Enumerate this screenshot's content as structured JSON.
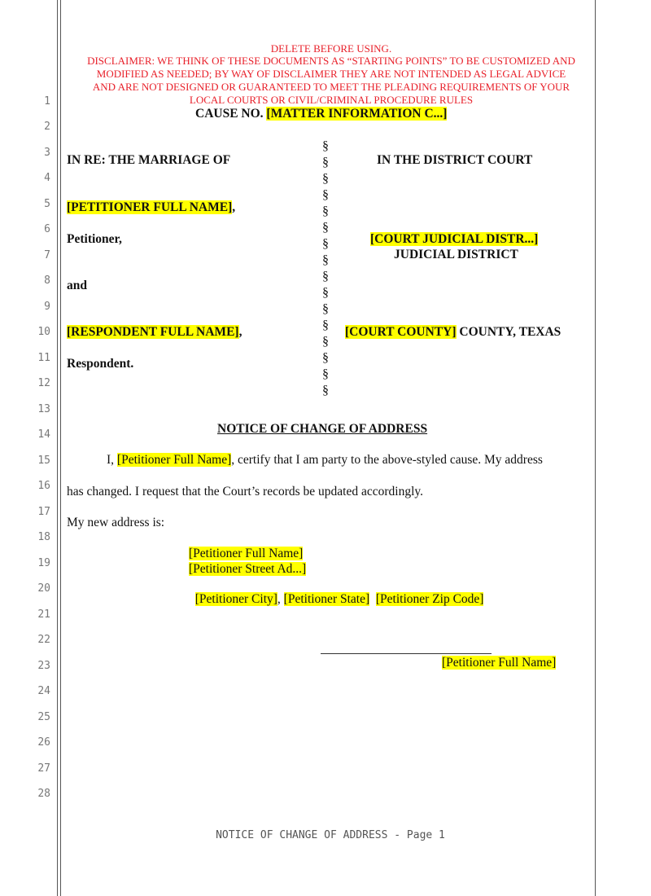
{
  "disclaimer": {
    "line1": "DELETE BEFORE USING.",
    "line2": "DISCLAIMER: WE THINK OF THESE DOCUMENTS AS “STARTING POINTS” TO BE CUSTOMIZED AND",
    "line3": "MODIFIED AS NEEDED; BY WAY OF DISCLAIMER THEY ARE NOT INTENDED AS LEGAL ADVICE",
    "line4": "AND ARE NOT DESIGNED OR GUARANTEED TO MEET THE PLEADING REQUIREMENTS OF YOUR",
    "line5": "LOCAL COURTS OR CIVIL/CRIMINAL PROCEDURE RULES"
  },
  "cause": {
    "label": "CAUSE NO. ",
    "number": "[MATTER INFORMATION C...]"
  },
  "line_numbers": [
    "1",
    "2",
    "3",
    "4",
    "5",
    "6",
    "7",
    "8",
    "9",
    "10",
    "11",
    "12",
    "13",
    "14",
    "15",
    "16",
    "17",
    "18",
    "19",
    "20",
    "21",
    "22",
    "23",
    "24",
    "25",
    "26",
    "27",
    "28"
  ],
  "caption": {
    "in_re": "IN RE: THE MARRIAGE OF",
    "petitioner_name": "[PETITIONER FULL NAME]",
    "petitioner_comma": ",",
    "petitioner_label": "Petitioner,",
    "and": "and",
    "respondent_name": "[RESPONDENT FULL NAME]",
    "respondent_comma": ",",
    "respondent_label": "Respondent.",
    "court_title": "IN THE DISTRICT COURT",
    "judicial_district_field": "[COURT JUDICIAL DISTR...]",
    "judicial_district_label": "JUDICIAL DISTRICT",
    "county_field": "[COURT COUNTY]",
    "county_label": " COUNTY, TEXAS",
    "section_symbols": [
      "§",
      "§",
      "§",
      "§",
      "§",
      "§",
      "§",
      "§",
      "§",
      "§",
      "§",
      "§",
      "§",
      "§",
      "§",
      "§"
    ]
  },
  "notice": {
    "title": "NOTICE OF CHANGE OF ADDRESS",
    "para_prefix": "I, ",
    "para_name": "[Petitioner Full Name]",
    "para_suffix": ", certify that I am party to the above-styled cause. My address",
    "para_line2": "has changed. I request that the Court’s records be updated accordingly.",
    "new_address_label": "My new address is:"
  },
  "address": {
    "name": "[Petitioner Full Name]",
    "street": "[Petitioner Street Ad...]",
    "city": "[Petitioner City]",
    "sep1": ", ",
    "state": "[Petitioner State]",
    "sep2": "  ",
    "zip": "[Petitioner Zip Code]"
  },
  "signature": {
    "name": "[Petitioner Full Name]"
  },
  "footer": {
    "text": "NOTICE OF CHANGE OF ADDRESS - Page 1"
  },
  "colors": {
    "disclaimer_red": "#e8202a",
    "highlight_yellow": "#ffff00"
  }
}
